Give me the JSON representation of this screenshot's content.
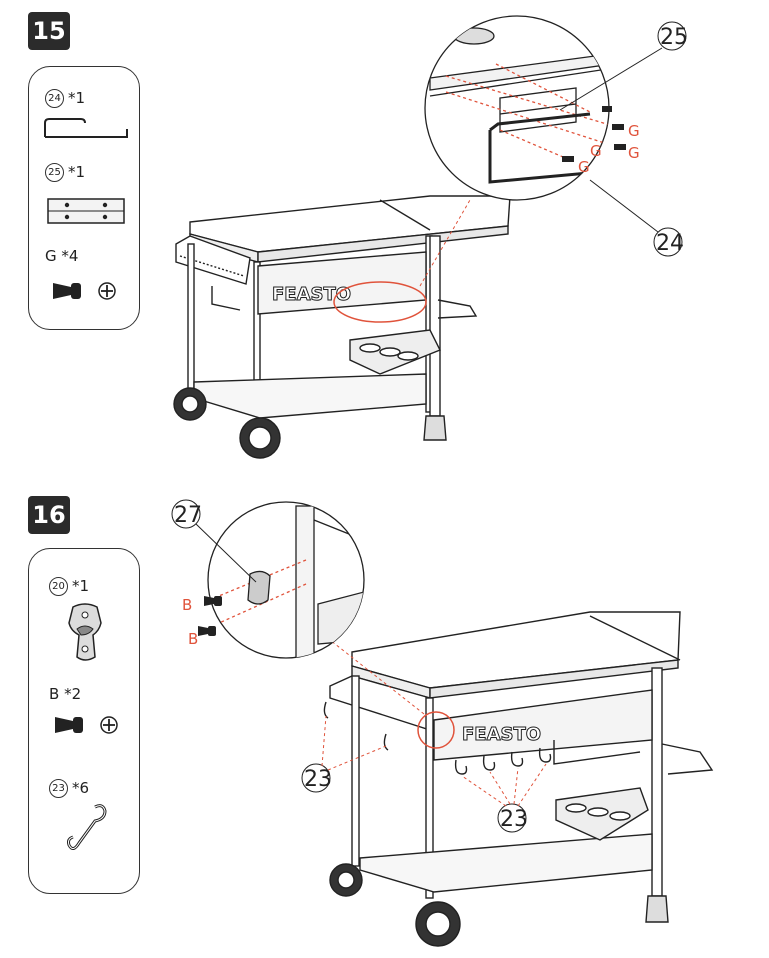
{
  "steps": [
    {
      "number": "15",
      "parts": [
        {
          "id": "24",
          "qty": "*1"
        },
        {
          "id": "25",
          "qty": "*1"
        },
        {
          "id": "G",
          "qty": "*4"
        }
      ],
      "callouts": {
        "bracket": "25",
        "handle": "24"
      },
      "screw_label": "G"
    },
    {
      "number": "16",
      "parts": [
        {
          "id": "20",
          "qty": "*1"
        },
        {
          "id": "B",
          "qty": "*2"
        },
        {
          "id": "23",
          "qty": "*6"
        }
      ],
      "callouts": {
        "opener": "27",
        "hooks_left": "23",
        "hooks_center": "23"
      },
      "screw_label": "B"
    }
  ],
  "brand_mark": "FEASTO",
  "colors": {
    "line": "#222222",
    "accent_red": "#e0533b",
    "badge": "#2b2b2b"
  }
}
